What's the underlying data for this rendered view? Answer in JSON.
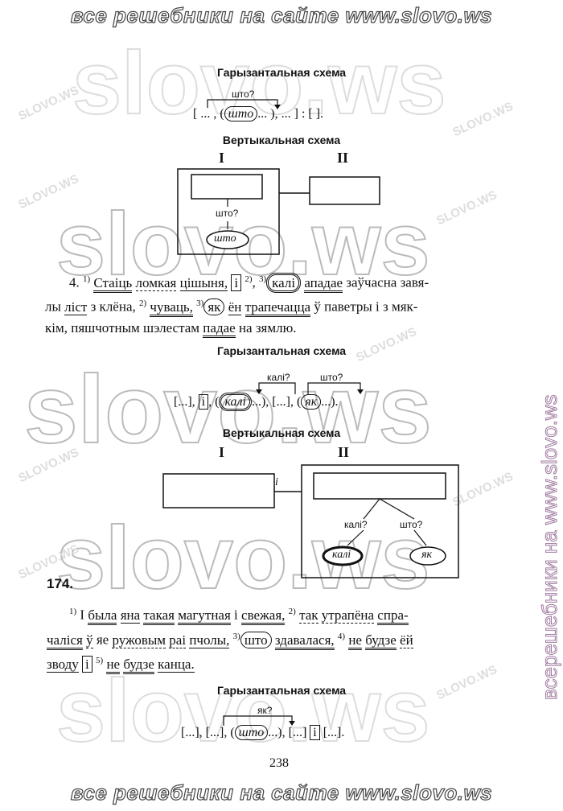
{
  "banner": {
    "top_text": "все решебники на сайте www.slovo.ws",
    "bottom_text": "все решебники на сайте www.slovo.ws",
    "side_text": "всерешебники на www.slovo.ws"
  },
  "watermark": {
    "big": "slovo.ws",
    "tile": "SLOVO.WS"
  },
  "scheme1": {
    "h_title": "Гарызантальная схема",
    "question": "што?",
    "parts": [
      "[ ... , (",
      "што",
      "... ), ... ] : [ ]."
    ],
    "v_title": "Вертыкальная схема",
    "roman1": "I",
    "roman2": "II",
    "v_question": "што?",
    "v_oval": "што"
  },
  "task4": {
    "num": "4.",
    "line1": {
      "s1": "1)",
      "w1": "Стаіць",
      "w2": "ломкая",
      "w3": "цішыня,",
      "conj": "і",
      "s2": "2)",
      "s3": "3)",
      "kali": "калі",
      "w4": "ападае",
      "rest": "заўчасна завя-"
    },
    "line2": {
      "a": "лы",
      "list": "ліст",
      "b": "з клёна,",
      "s4": "2)",
      "chuvac": "чуваць,",
      "s5": "3)",
      "jak": "як",
      "jon": "ён",
      "trap": "трапечацца",
      "rest": "ў паветры і з мяк-"
    },
    "line3": {
      "a": "кім, пяшчотным шэлестам",
      "padae": "падае",
      "b": "на зямлю."
    }
  },
  "scheme2": {
    "h_title": "Гарызантальная схема",
    "q1": "калі?",
    "q2": "што?",
    "p1": "[...],",
    "conj": "і",
    "p2": ", (",
    "kali": "калі",
    "p3": "...), [...], (",
    "jak": "як",
    "p4": "...).",
    "v_title": "Вертыкальная схема",
    "roman1": "I",
    "roman2": "II",
    "conj_label": "і",
    "vq1": "калі?",
    "vq2": "што?",
    "voval1": "калі",
    "voval2": "як"
  },
  "task174": {
    "num": "174.",
    "line1": {
      "s1": "1)",
      "a": "І",
      "byla": "была",
      "jana": "яна",
      "takaja": "такая",
      "mag": "магутная",
      "i": "і",
      "svez": "свежая,",
      "s2": "2)",
      "tak": "так",
      "utr": "утрапёна",
      "spra": "спра-"
    },
    "line2": {
      "chal": "чаліся",
      "u": "ў",
      "jae": "яе",
      "ruzh": "ружовым",
      "rai": "раі",
      "pchol": "пчолы,",
      "s3": "3)",
      "shto": "што",
      "zdav": "здавалася,",
      "s4": "4)",
      "ne": "не",
      "budze": "будзе",
      "joj": "ёй"
    },
    "line3": {
      "zvodu": "зводу",
      "conj": "і",
      "s5": "5)",
      "ne": "не",
      "budze": "будзе",
      "kanca": "канца."
    }
  },
  "scheme3": {
    "h_title": "Гарызантальная схема",
    "question": "як?",
    "p1": "[...], [...], (",
    "shto": "што",
    "p2": "...), [...]",
    "conj": "і",
    "p3": "[...]."
  },
  "page_number": "238"
}
